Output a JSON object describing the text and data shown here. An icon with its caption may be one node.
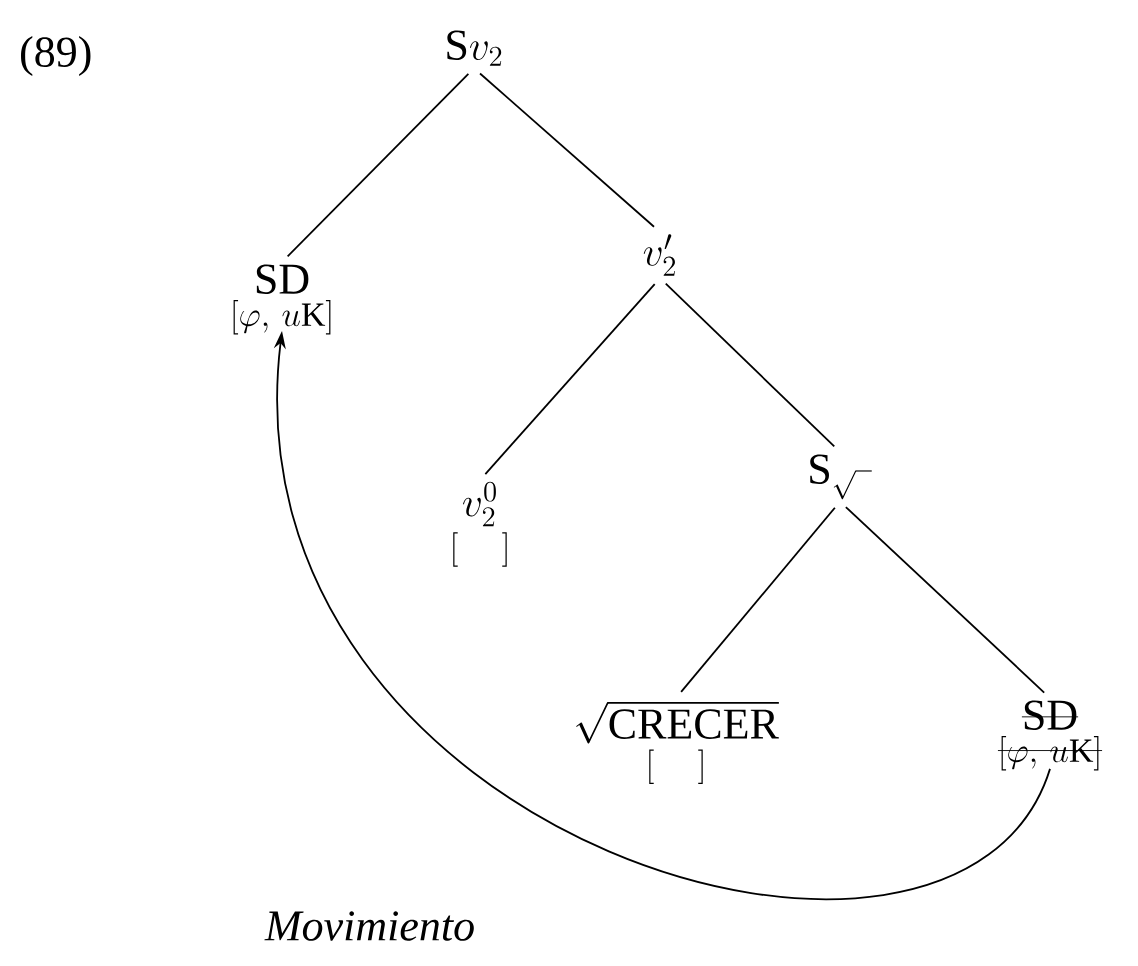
{
  "diagram": {
    "nodes": [
      {
        "text": [
          "\\mathrm{S}v_2"
        ]
      },
      {
        "text": [
          "\\mathrm{SD}",
          "[\\varphi,\\, u\\mathrm{K}]"
        ]
      },
      {
        "text": [
          "v'_2"
        ]
      },
      {
        "text": [
          "v_2^0",
          "[\\quad\\;]"
        ]
      },
      {
        "text": [
          "\\mathrm{S}_{\\sqrt{\\phantom{x}}}"
        ]
      },
      {
        "text": [
          "\\sqrt{\\mathrm{CRECER}}",
          "[\\quad\\;]"
        ]
      },
      {
        "text": [
          "\\mathrm{SD}",
          "[\\varphi,\\, u\\mathrm{K}]"
        ]
      }
    ],
    "edges": [
      {
        "from": 0,
        "to": 1,
        "arrow": "none"
      },
      {
        "from": 0,
        "to": 2,
        "arrow": "none"
      },
      {
        "from": 2,
        "to": 3,
        "arrow": "none"
      },
      {
        "from": 2,
        "to": 4,
        "arrow": "none"
      },
      {
        "from": 4,
        "to": 5,
        "arrow": "none"
      },
      {
        "from": 4,
        "to": 6,
        "arrow": "none"
      },
      {
        "from": 6,
        "to": 1,
        "arrow": "to",
        "label": "Movimiento"
      }
    ],
    "labels": [
      "(89)"
    ]
  }
}
